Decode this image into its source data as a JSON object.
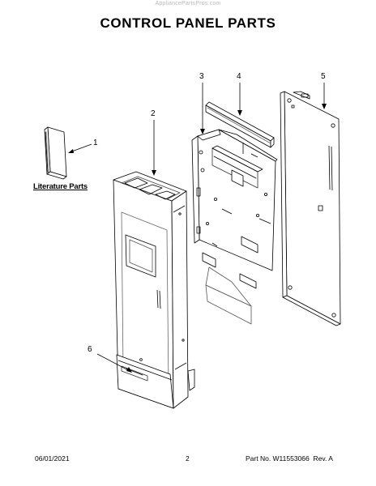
{
  "watermark": "AppliancePartsPros.com",
  "title": "CONTROL PANEL PARTS",
  "callouts": [
    "1",
    "2",
    "3",
    "4",
    "5",
    "6"
  ],
  "literature_label": "Literature Parts",
  "footer": {
    "date": "06/01/2021",
    "page": "2",
    "part_info": "Part No. W11553066  Rev. A"
  }
}
